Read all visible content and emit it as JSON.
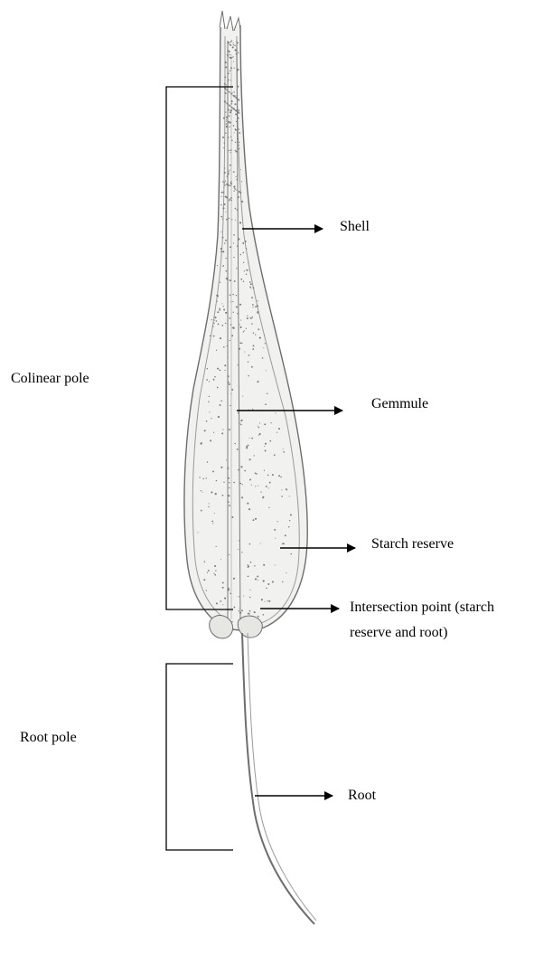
{
  "labels": {
    "shell": "Shell",
    "gemmule": "Gemmule",
    "starch_reserve": "Starch reserve",
    "intersection_line1": "Intersection point (starch",
    "intersection_line2": "reserve and root)",
    "root": "Root",
    "colinear_pole": "Colinear pole",
    "root_pole": "Root pole"
  },
  "colors": {
    "ink": "#000000",
    "pencil": "#6e6e6e",
    "pencil_light": "#9a9a9a",
    "fill": "#f1f1ef"
  }
}
